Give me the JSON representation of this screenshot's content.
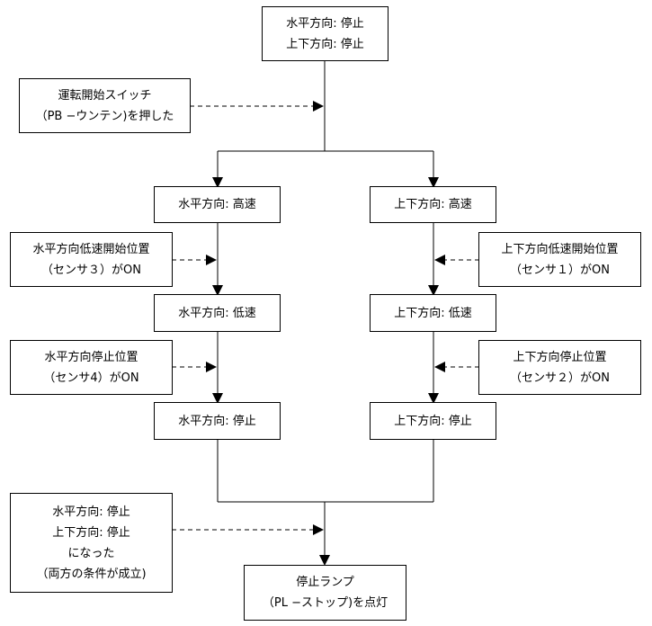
{
  "start": [
    "水平方向: 停止",
    "上下方向: 停止"
  ],
  "switch_event": [
    "運転開始スイッチ",
    "（PB −ウンテン)を押した"
  ],
  "h_fast": "水平方向: 高速",
  "v_fast": "上下方向: 高速",
  "h_slow_sensor": [
    "水平方向低速開始位置",
    "（センサ３）がON"
  ],
  "v_slow_sensor": [
    "上下方向低速開始位置",
    "（センサ１）がON"
  ],
  "h_slow": "水平方向: 低速",
  "v_slow": "上下方向: 低速",
  "h_stop_sensor": [
    "水平方向停止位置",
    "（センサ4）がON"
  ],
  "v_stop_sensor": [
    "上下方向停止位置",
    "（センサ２）がON"
  ],
  "h_stop": "水平方向: 停止",
  "v_stop": "上下方向: 停止",
  "both_stopped": [
    "水平方向: 停止",
    "上下方向: 停止",
    "になった",
    "（両方の条件が成立)"
  ],
  "lamp": [
    "停止ランプ",
    "（PL −ストップ)を点灯"
  ]
}
